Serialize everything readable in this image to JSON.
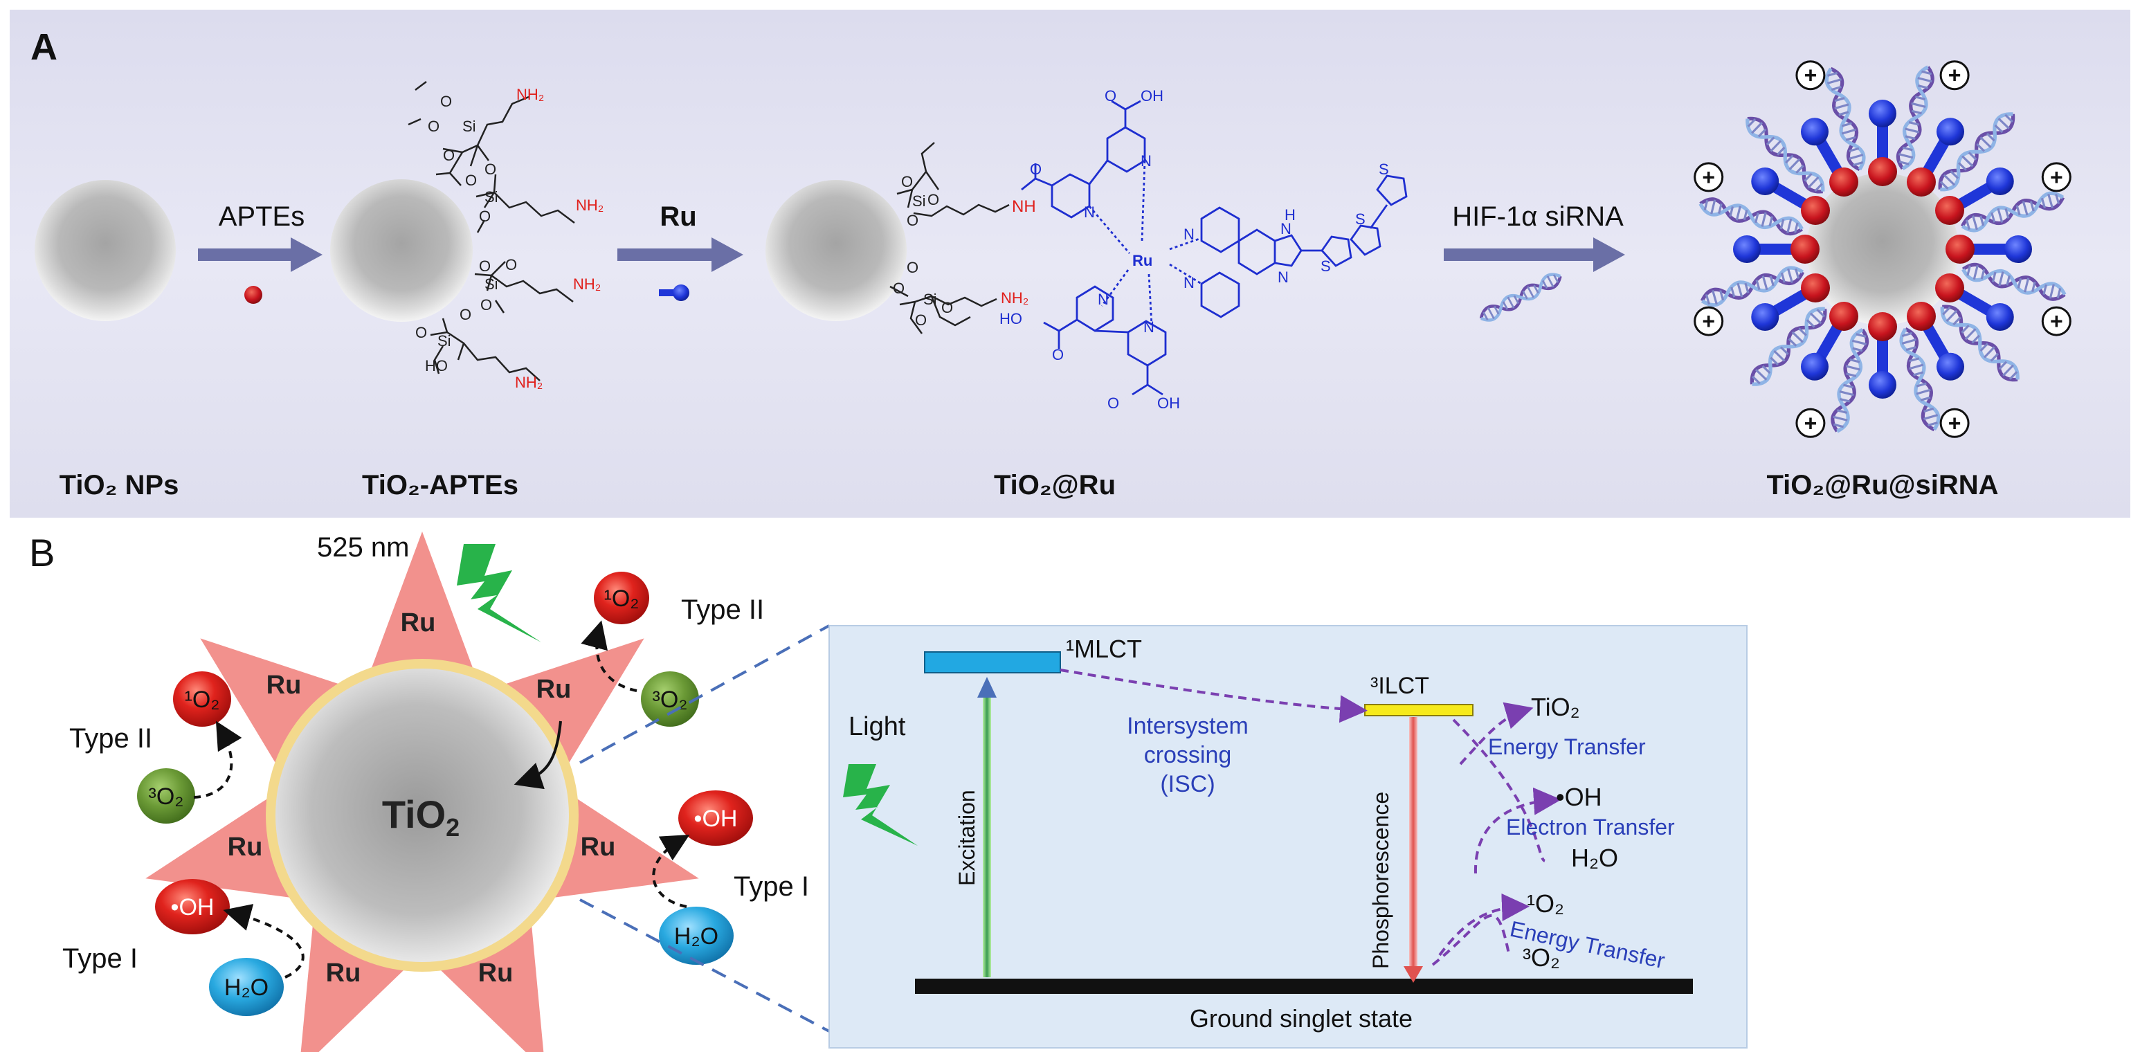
{
  "panel_a": {
    "label": "A",
    "arrows": {
      "step1": "APTEs",
      "step2": "Ru",
      "step3": "HIF-1α siRNA"
    },
    "stage_labels": {
      "np": "TiO₂ NPs",
      "aptes": "TiO₂-APTEs",
      "ru": "TiO₂@Ru",
      "sirna": "TiO₂@Ru@siRNA"
    },
    "chem": {
      "nh2": "NH₂",
      "si": "Si",
      "o": "O",
      "ho": "HO",
      "nh": "NH",
      "n": "N",
      "ru_center": "Ru",
      "h": "H",
      "s": "S",
      "oh": "OH",
      "cooh_o": "O"
    },
    "plus": "+",
    "colors": {
      "panel_bg": "#e3e3f1",
      "arrow": "#6a6fa6",
      "red_dot": "#c8141e",
      "blue": "#1f36d8",
      "complex": "#1e2ed0",
      "amine": "#e0201c"
    }
  },
  "panel_b": {
    "label": "B",
    "wavelength": "525 nm",
    "core": "TiO₂",
    "ru": "Ru",
    "species": {
      "singlet_o2": "¹O₂",
      "triplet_o2": "³O₂",
      "oh": "•OH",
      "h2o": "H₂O"
    },
    "type_labels": {
      "type2": "Type II",
      "type1": "Type I"
    },
    "jablonski": {
      "mlct": "¹MLCT",
      "ilct": "³ILCT",
      "light": "Light",
      "excitation": "Excitation",
      "isc_line1": "Intersystem",
      "isc_line2": "crossing",
      "isc_line3": "(ISC)",
      "phosphorescence": "Phosphorescence",
      "ground": "Ground singlet state",
      "tio2": "TiO₂",
      "energy_transfer": "Energy Transfer",
      "oh": "•OH",
      "electron_transfer": "Electron Transfer",
      "h2o": "H₂O",
      "singlet_o2": "¹O₂",
      "triplet_o2": "³O₂"
    },
    "colors": {
      "star": "#f2918d",
      "ring": "#f3d98c",
      "red": "#e0231d",
      "green": "#6b9a36",
      "blue": "#29a9e0",
      "box_bg": "#dde9f6",
      "mlct": "#22a8e2",
      "ilct": "#f6ea1c",
      "purple": "#7a3fb0",
      "lightning": "#28b34a"
    }
  }
}
